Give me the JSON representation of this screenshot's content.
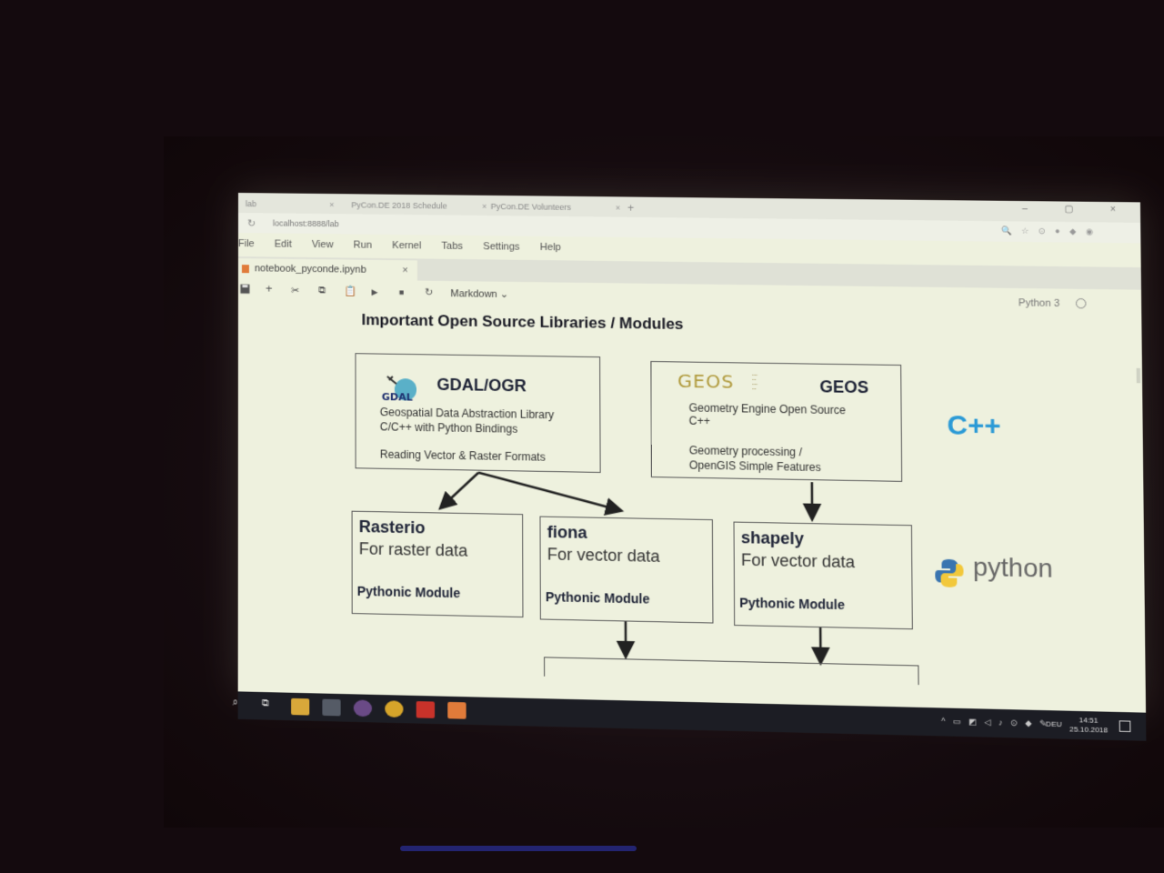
{
  "browser": {
    "tabs": [
      {
        "label": "lab",
        "close": "×"
      },
      {
        "label": "PyCon.DE 2018 Schedule",
        "close": "×"
      },
      {
        "label": "PyCon.DE Volunteers",
        "close": "×"
      }
    ],
    "new_tab": "+",
    "window_controls": "–  ▢  ×",
    "url": "localhost:8888/lab",
    "reload_icon": "↻"
  },
  "menu": [
    "File",
    "Edit",
    "View",
    "Run",
    "Kernel",
    "Tabs",
    "Settings",
    "Help"
  ],
  "notebook_tab": {
    "label": "notebook_pyconde.ipynb",
    "close": "×"
  },
  "toolbar": {
    "cell_type": "Markdown ⌄",
    "kernel": "Python 3"
  },
  "slide": {
    "title": "Important Open Source Libraries / Modules",
    "gdal": {
      "logo_text": "GDAL",
      "title": "GDAL/OGR",
      "line1": "Geospatial Data Abstraction Library",
      "line2": "C/C++ with Python Bindings",
      "line3": "Reading Vector & Raster Formats"
    },
    "geos": {
      "logo_text": "GEOS",
      "title": "GEOS",
      "line1": "Geometry Engine Open Source",
      "line2": "C++",
      "line3": "Geometry processing /",
      "line4": "OpenGIS Simple Features"
    },
    "modules": [
      {
        "name": "Rasterio",
        "desc": "For raster data",
        "foot": "Pythonic Module"
      },
      {
        "name": "fiona",
        "desc": "For vector data",
        "foot": "Pythonic Module"
      },
      {
        "name": "shapely",
        "desc": "For vector data",
        "foot": "Pythonic Module"
      }
    ],
    "cpp_label": "C++",
    "python_label": "python"
  },
  "taskbar": {
    "language": "DEU",
    "time": "14:51",
    "date": "25.10.2018"
  },
  "colors": {
    "cpp": "#2b9ad6",
    "geos_gold": "#b09a3c",
    "python_blue": "#3a75b0",
    "python_yellow": "#f2c83b"
  }
}
